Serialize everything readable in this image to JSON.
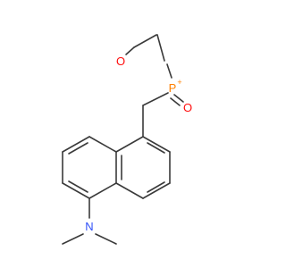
{
  "molecule": {
    "atoms": {
      "oxygen_ether": {
        "symbol": "O",
        "color": "#ff0d0d"
      },
      "phosphorus": {
        "symbol": "P",
        "color": "#ff8000",
        "charge": "+"
      },
      "oxygen_double": {
        "symbol": "O",
        "color": "#ff0d0d"
      },
      "nitrogen": {
        "symbol": "N",
        "color": "#3050f8"
      }
    },
    "bond_color": "#3a3a3a"
  }
}
